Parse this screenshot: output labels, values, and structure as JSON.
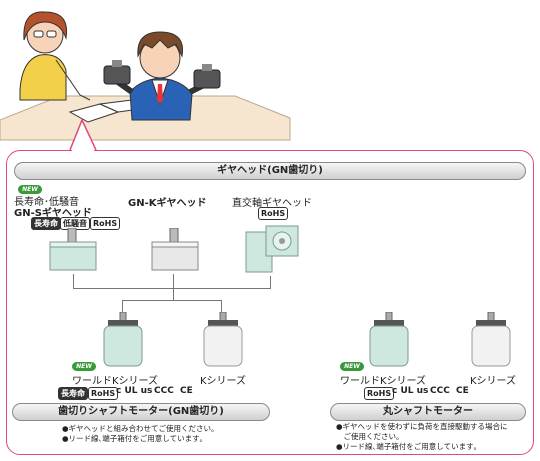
{
  "gearhead_section": {
    "title": "ギヤヘッド(GN歯切り)",
    "gn_s": {
      "badge": "NEW",
      "line1": "長寿命･低騒音",
      "line2": "GN-Sギヤヘッド",
      "tags": [
        "長寿命",
        "低騒音",
        "RoHS"
      ]
    },
    "gn_k": {
      "label": "GN-Kギヤヘッド"
    },
    "right_angle": {
      "label": "直交軸ギヤヘッド",
      "tag": "RoHS"
    }
  },
  "geared_motor": {
    "world_k": {
      "badge": "NEW",
      "label": "ワールドKシリーズ"
    },
    "k": {
      "label": "Kシリーズ"
    },
    "certs": [
      "長寿命",
      "RoHS",
      "c UL us",
      "CCC",
      "CE"
    ],
    "title": "歯切りシャフトモーター(GN歯切り)",
    "notes": [
      "●ギヤヘッドと組み合わせてご使用ください。",
      "●リード線､端子箱付をご用意しています｡"
    ]
  },
  "round_shaft": {
    "world_k": {
      "badge": "NEW",
      "label": "ワールドKシリーズ"
    },
    "k": {
      "label": "Kシリーズ"
    },
    "certs": [
      "RoHS",
      "c UL us",
      "CCC",
      "CE"
    ],
    "title": "丸シャフトモーター",
    "notes": [
      "●ギヤヘッドを使わずに負荷を直接駆動する場合に",
      "　ご使用ください。",
      "●リード線､端子箱付をご用意しています｡"
    ]
  },
  "colors": {
    "panel_border": "#e0487e",
    "motor_green": "#cfe8df",
    "motor_white": "#f2f2f2"
  }
}
